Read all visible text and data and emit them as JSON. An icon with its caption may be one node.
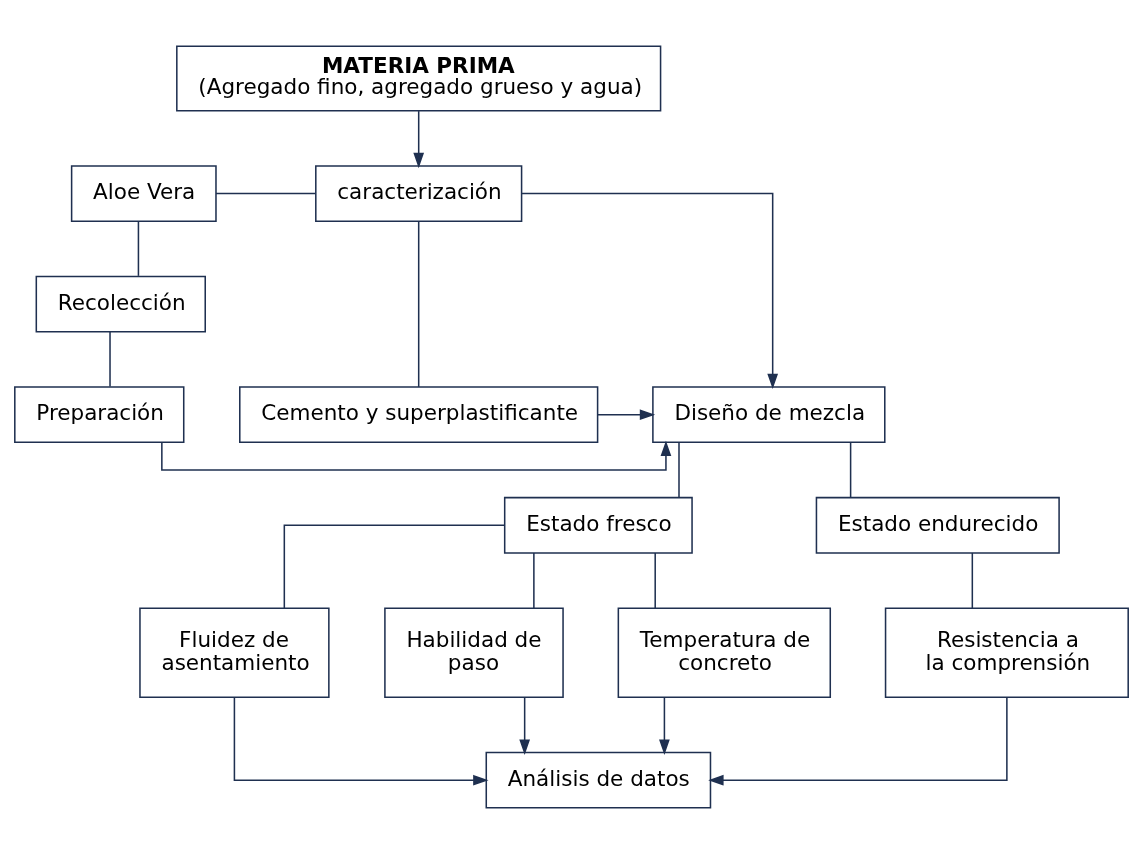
{
  "diagram": {
    "nodes": [
      {
        "text": [
          "MATERIA PRIMA",
          "(Agregado fino, agregado grueso y agua)"
        ]
      },
      {
        "text": [
          "caracterización"
        ]
      },
      {
        "text": [
          "Aloe Vera"
        ]
      },
      {
        "text": [
          "Recolección"
        ]
      },
      {
        "text": [
          "Cemento y superplastificante"
        ]
      },
      {
        "text": [
          "Diseño de mezcla"
        ]
      },
      {
        "text": [
          "Preparación"
        ]
      },
      {
        "text": [
          "Estado fresco"
        ]
      },
      {
        "text": [
          "Estado endurecido"
        ]
      },
      {
        "text": [
          "Temperatura de concreto"
        ]
      },
      {
        "text": [
          "Fluidez de asentamiento"
        ]
      },
      {
        "text": [
          "Habilidad de paso"
        ]
      },
      {
        "text": [
          "Resistencia a la comprensión"
        ]
      },
      {
        "text": [
          "Análisis de datos"
        ]
      }
    ],
    "edges": [
      {
        "from": 0,
        "to": 1,
        "arrow": "to"
      },
      {
        "from": 2,
        "to": 1,
        "arrow": "none"
      },
      {
        "from": 1,
        "to": 4,
        "arrow": "none"
      },
      {
        "from": 1,
        "to": 5,
        "arrow": "to"
      },
      {
        "from": 2,
        "to": 3,
        "arrow": "none"
      },
      {
        "from": 3,
        "to": 6,
        "arrow": "none"
      },
      {
        "from": 4,
        "to": 5,
        "arrow": "to"
      },
      {
        "from": 6,
        "to": 5,
        "arrow": "to"
      },
      {
        "from": 5,
        "to": 7,
        "arrow": "none"
      },
      {
        "from": 5,
        "to": 8,
        "arrow": "none"
      },
      {
        "from": 7,
        "to": 9,
        "arrow": "none"
      },
      {
        "from": 7,
        "to": 10,
        "arrow": "none"
      },
      {
        "from": 7,
        "to": 11,
        "arrow": "none"
      },
      {
        "from": 8,
        "to": 12,
        "arrow": "none"
      },
      {
        "from": 9,
        "to": 13,
        "arrow": "to"
      },
      {
        "from": 10,
        "to": 13,
        "arrow": "to"
      },
      {
        "from": 11,
        "to": 13,
        "arrow": "to"
      },
      {
        "from": 12,
        "to": 13,
        "arrow": "to"
      }
    ]
  }
}
